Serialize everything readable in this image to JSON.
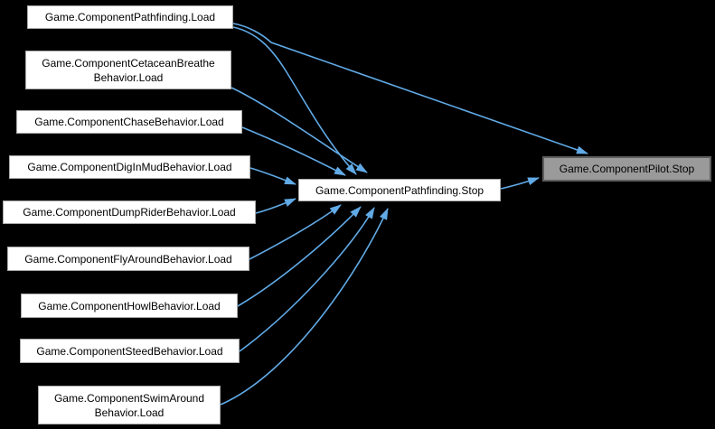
{
  "diagram": {
    "kind": "caller-graph",
    "background_color": "#000000",
    "edge_color": "#61aae6",
    "node_fill": "#ffffff",
    "node_border": "#a9a9a9",
    "highlight_fill": "#9a9a9a",
    "highlight_border": "#5e5e5e",
    "text_color": "#000000"
  },
  "nodes": [
    {
      "id": "pathfinding-load",
      "lines": [
        "Game.ComponentPathfinding.Load"
      ]
    },
    {
      "id": "cetacean-breathe-load",
      "lines": [
        "Game.ComponentCetaceanBreathe",
        "Behavior.Load"
      ]
    },
    {
      "id": "chase-load",
      "lines": [
        "Game.ComponentChaseBehavior.Load"
      ]
    },
    {
      "id": "dig-in-mud-load",
      "lines": [
        "Game.ComponentDigInMudBehavior.Load"
      ]
    },
    {
      "id": "dump-rider-load",
      "lines": [
        "Game.ComponentDumpRiderBehavior.Load"
      ]
    },
    {
      "id": "fly-around-load",
      "lines": [
        "Game.ComponentFlyAroundBehavior.Load"
      ]
    },
    {
      "id": "howl-load",
      "lines": [
        "Game.ComponentHowlBehavior.Load"
      ]
    },
    {
      "id": "steed-load",
      "lines": [
        "Game.ComponentSteedBehavior.Load"
      ]
    },
    {
      "id": "swim-around-load",
      "lines": [
        "Game.ComponentSwimAround",
        "Behavior.Load"
      ]
    },
    {
      "id": "pathfinding-stop",
      "lines": [
        "Game.ComponentPathfinding.Stop"
      ]
    },
    {
      "id": "pilot-stop",
      "lines": [
        "Game.ComponentPilot.Stop"
      ],
      "highlighted": true
    }
  ],
  "edges": [
    {
      "from": "Game.ComponentPathfinding.Load",
      "to": "Game.ComponentPilot.Stop"
    },
    {
      "from": "Game.ComponentPathfinding.Load",
      "to": "Game.ComponentPathfinding.Stop"
    },
    {
      "from": "Game.ComponentCetaceanBreatheBehavior.Load",
      "to": "Game.ComponentPathfinding.Stop"
    },
    {
      "from": "Game.ComponentChaseBehavior.Load",
      "to": "Game.ComponentPathfinding.Stop"
    },
    {
      "from": "Game.ComponentDigInMudBehavior.Load",
      "to": "Game.ComponentPathfinding.Stop"
    },
    {
      "from": "Game.ComponentDumpRiderBehavior.Load",
      "to": "Game.ComponentPathfinding.Stop"
    },
    {
      "from": "Game.ComponentFlyAroundBehavior.Load",
      "to": "Game.ComponentPathfinding.Stop"
    },
    {
      "from": "Game.ComponentHowlBehavior.Load",
      "to": "Game.ComponentPathfinding.Stop"
    },
    {
      "from": "Game.ComponentSteedBehavior.Load",
      "to": "Game.ComponentPathfinding.Stop"
    },
    {
      "from": "Game.ComponentSwimAroundBehavior.Load",
      "to": "Game.ComponentPathfinding.Stop"
    },
    {
      "from": "Game.ComponentPathfinding.Stop",
      "to": "Game.ComponentPilot.Stop"
    }
  ]
}
